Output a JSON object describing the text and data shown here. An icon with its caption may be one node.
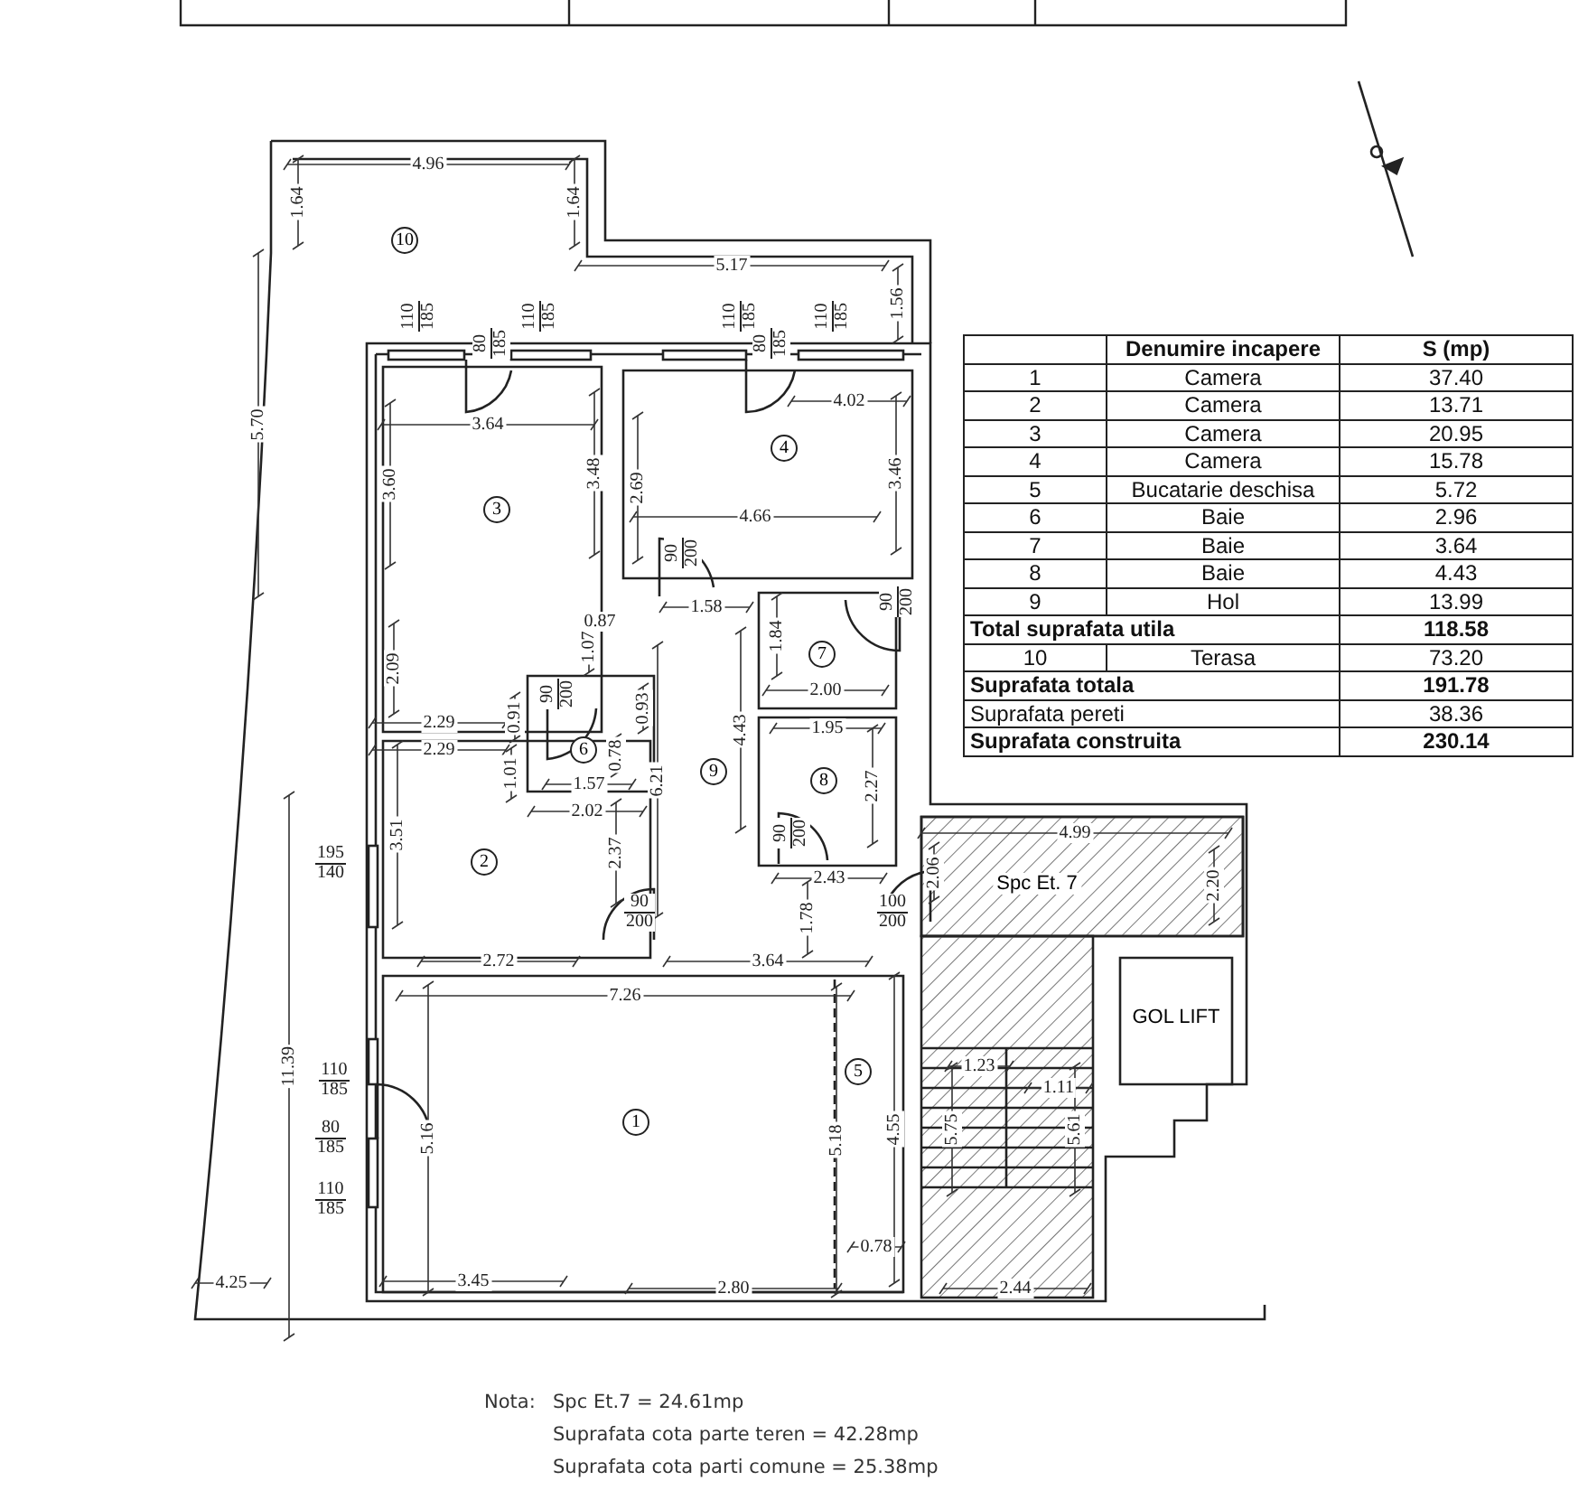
{
  "diagram": {
    "nodes": [
      {
        "text": [
          "10"
        ]
      },
      {
        "text": [
          "3"
        ]
      },
      {
        "text": [
          "4"
        ]
      },
      {
        "text": [
          "7"
        ]
      },
      {
        "text": [
          "6"
        ]
      },
      {
        "text": [
          "9"
        ]
      },
      {
        "text": [
          "8"
        ]
      },
      {
        "text": [
          "2"
        ]
      },
      {
        "text": [
          "Spc Et. 7"
        ]
      },
      {
        "text": [
          "GOL LIFT"
        ]
      },
      {
        "text": [
          "5"
        ]
      },
      {
        "text": [
          "1"
        ]
      }
    ],
    "labels": [
      "4.96",
      "1.64",
      "1.64",
      "5.17",
      "1.56",
      "110",
      "185",
      "110",
      "185",
      "110",
      "185",
      "110",
      "185",
      "80",
      "185",
      "80",
      "185",
      "3.64",
      "4.02",
      "5.70",
      "3.60",
      "3.48",
      "2.69",
      "4.66",
      "3.46",
      "90",
      "200",
      "0.87",
      "1.58",
      "90",
      "200",
      "1.07",
      "1.84",
      "2.09",
      "90",
      "200",
      "2.00",
      "0.91",
      "0.93",
      "2.29",
      "1.95",
      "4.43",
      "2.29",
      "0.78",
      "1.01",
      "1.57",
      "6.21",
      "2.27",
      "2.02",
      "3.51",
      "90",
      "200",
      "195",
      "140",
      "2.37",
      "4.99",
      "2.06",
      "2.43",
      "2.20",
      "90",
      "200",
      "100",
      "200",
      "1.78",
      "2.72",
      "3.64",
      "7.26",
      "1.23",
      "11.39",
      "110",
      "185",
      "1.11",
      "80",
      "185",
      "5.16",
      "5.18",
      "4.55",
      "5.75",
      "5.61",
      "110",
      "185",
      "0.78",
      "4.25",
      "3.45",
      "2.80",
      "2.44",
      "Denumire incapere",
      "S (mp)",
      "1",
      "Camera",
      "37.40",
      "2",
      "Camera",
      "13.71",
      "3",
      "Camera",
      "20.95",
      "4",
      "Camera",
      "15.78",
      "5",
      "Bucatarie deschisa",
      "5.72",
      "6",
      "Baie",
      "2.96",
      "7",
      "Baie",
      "3.64",
      "8",
      "Baie",
      "4.43",
      "9",
      "Hol",
      "13.99",
      "Total suprafata utila",
      "118.58",
      "10",
      "Terasa",
      "73.20",
      "Suprafata totala",
      "191.78",
      "Suprafata pereti",
      "38.36",
      "Suprafata construita",
      "230.14",
      "Nota:",
      "Spc Et.7 = 24.61mp",
      "Suprafata cota parte teren = 42.28mp",
      "Suprafata cota parti comune = 25.38mp"
    ]
  }
}
